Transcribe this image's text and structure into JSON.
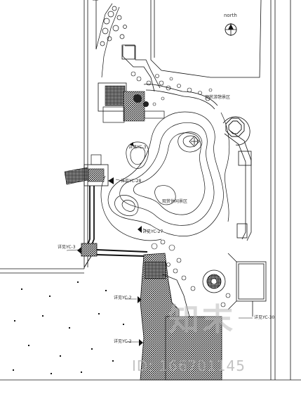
{
  "drawing": {
    "north_label": "north",
    "zones": {
      "upper_east": "观赏游憩景区",
      "central": "观赏休闲景区"
    },
    "callouts": [
      "详见YC-3",
      "详见YC-28",
      "详见YC-27",
      "详见YC-3",
      "详见YC-2",
      "详见YC-2",
      "详见YC-30"
    ]
  },
  "watermark": {
    "brand": "知末",
    "id_text": "ID: 166701145"
  },
  "colors": {
    "line": "#111111",
    "hatch": "#222222",
    "watermark": "#b9b9b9"
  }
}
